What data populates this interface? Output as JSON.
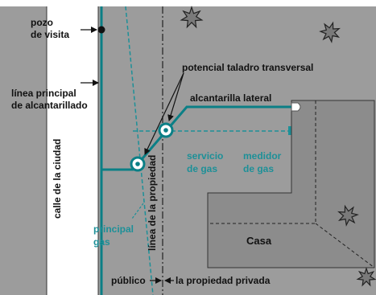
{
  "labels": {
    "manhole": [
      "pozo",
      "de visita"
    ],
    "main_sewer": [
      "línea principal",
      "de alcantarillado"
    ],
    "city_street": "calle de la ciudad",
    "cross_bore": "potencial taladro transversal",
    "lateral_sewer": "alcantarilla lateral",
    "gas_service": [
      "servicio",
      "de gas"
    ],
    "gas_meter": [
      "medidor",
      "de gas"
    ],
    "property_line": "línea de la propiedad",
    "gas_main": [
      "principal",
      "gas"
    ],
    "house": "Casa",
    "public": "público",
    "private": "la propiedad privada"
  },
  "colors": {
    "background": "#9c9c9c",
    "street": "#ffffff",
    "house": "#8c8c8c",
    "sewer": "#0b7f86",
    "gas": "#1d9098",
    "text": "#111111"
  },
  "icons": [
    "star-icon",
    "star-icon",
    "star-icon",
    "star-icon"
  ]
}
